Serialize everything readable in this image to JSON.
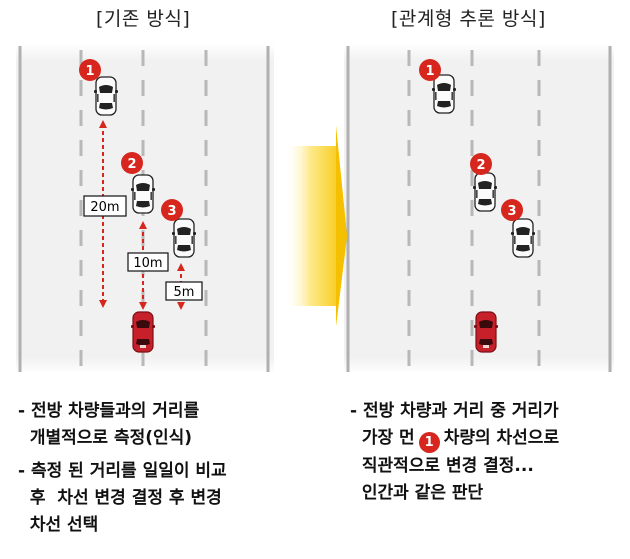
{
  "left": {
    "title": "[기존 방식]",
    "distance_labels": {
      "d1": "20m",
      "d2": "10m",
      "d3": "5m"
    },
    "badges": [
      "1",
      "2",
      "3"
    ],
    "bullets": [
      {
        "lines": [
          "- 전방 차량들과의 거리를",
          "  개별적으로 측정(인식)"
        ]
      },
      {
        "lines": [
          "- 측정 된 거리를 일일이 비교",
          "  후  차선 변경 결정 후 변경",
          "  차선 선택"
        ]
      }
    ]
  },
  "right": {
    "title": "[관계형 추론 방식]",
    "badges": [
      "1",
      "2",
      "3"
    ],
    "bullet": {
      "line1": "- 전방 차량과 거리 중 거리가",
      "line2_pre": "  가장 먼",
      "line2_badge": "1",
      "line2_post": "차량의 차선으로",
      "line3": "  직관적으로 변경 결정...",
      "line4": "  인간과 같은 판단"
    }
  },
  "colors": {
    "badge_red": "#d7261e",
    "ego_car_red": "#c8202a",
    "arrow_red": "#d7261e",
    "lane_gray": "#b0b0b0",
    "transition_arrow": "#f6c700"
  }
}
